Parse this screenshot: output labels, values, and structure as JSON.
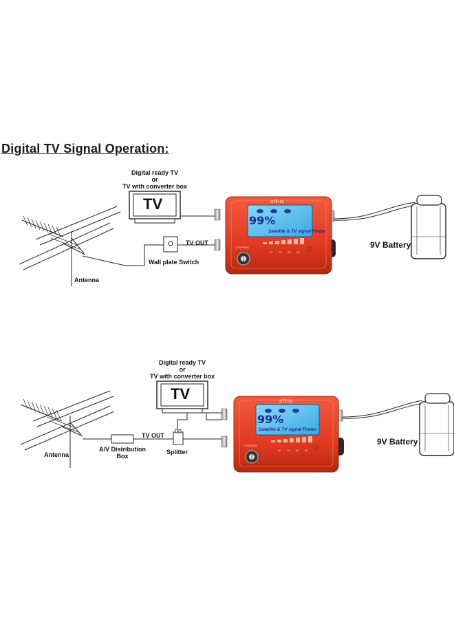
{
  "heading": "Digital TV Signal Operation:",
  "top": {
    "tv_caption_line1": "Digital ready TV",
    "tv_caption_line2": "or",
    "tv_caption_line3": "TV with converter box",
    "tv_label": "TV",
    "tv_out": "TV OUT",
    "wall_plate": "Wall plate Switch",
    "antenna": "Antenna",
    "battery": "9V Battery"
  },
  "bottom": {
    "tv_caption_line1": "Digital ready TV",
    "tv_caption_line2": "or",
    "tv_caption_line3": "TV with converter box",
    "tv_label": "TV",
    "tv_out": "TV OUT",
    "av_box_line1": "A/V Distribution",
    "av_box_line2": "Box",
    "splitter": "Splitter",
    "antenna": "Antenna",
    "battery": "9V Battery"
  },
  "device": {
    "model": "STF-01",
    "lcd_value": "99%",
    "lcd_title": "Satellite & TV signal Finder",
    "compass_label": "COMPASS",
    "scale_labels": [
      "60",
      "70",
      "80",
      "90"
    ],
    "color_body": "#e8412a",
    "color_lcd": "#5fc3f0"
  }
}
